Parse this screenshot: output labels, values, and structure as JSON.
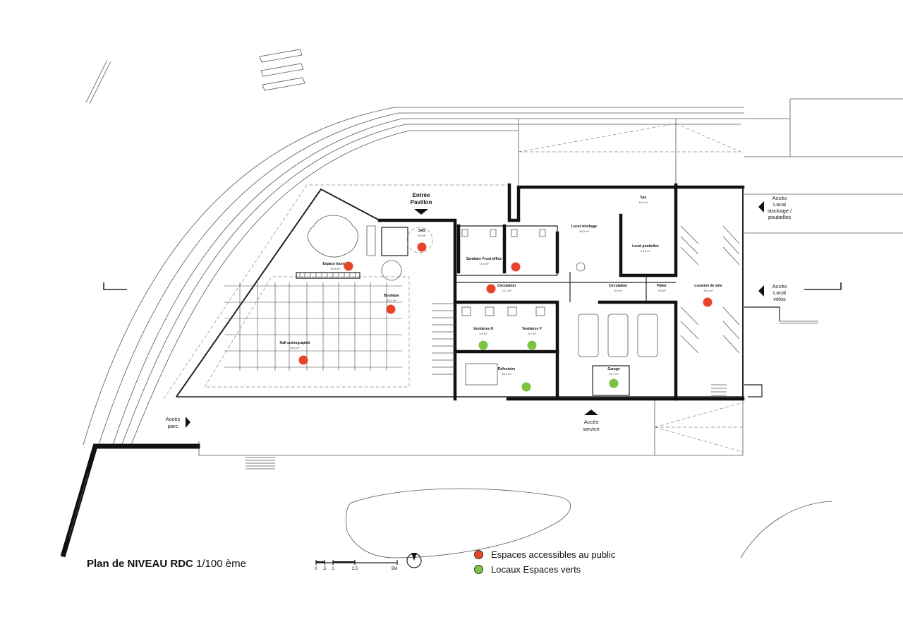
{
  "title": {
    "main": "Plan de NIVEAU RDC",
    "scale": "1/100 ème"
  },
  "legend": [
    {
      "label": "Espaces accessibles au public",
      "color": "#e8432b"
    },
    {
      "label": "Locaux Espaces verts",
      "color": "#7bc442"
    }
  ],
  "entrance": {
    "line1": "Entrée",
    "line2": "Pavillon"
  },
  "access": {
    "parc": [
      "Accès",
      "parc"
    ],
    "service": [
      "Accès",
      "service"
    ],
    "stockage": [
      "Accès",
      "Local",
      "stockage /",
      "poubelles"
    ],
    "velos": [
      "Accès",
      "Local",
      "vélos"
    ]
  },
  "rooms": [
    {
      "name": "Espace lounge",
      "area": "30.5 m²",
      "type": "public"
    },
    {
      "name": "Boutique",
      "area": "18.2 m²",
      "type": "public"
    },
    {
      "name": "Hall scénographié",
      "area": "95.1 m²",
      "type": "public"
    },
    {
      "name": "SAS",
      "area": "8.0 m²",
      "type": "public"
    },
    {
      "name": "Sanitaire Front-office",
      "area": "17.2 m²",
      "type": "public"
    },
    {
      "name": "Circulation",
      "area": "12.1 m²",
      "type": "public"
    },
    {
      "name": "Local stockage",
      "area": "36.0 m²",
      "type": "none"
    },
    {
      "name": "Local poubelles",
      "area": "13.8 m²",
      "type": "none"
    },
    {
      "name": "Sas",
      "area": "15.8 m²",
      "type": "none"
    },
    {
      "name": "Circulation",
      "area": "9.3 m²",
      "type": "none"
    },
    {
      "name": "Palier",
      "area": "3.5 m²",
      "type": "none"
    },
    {
      "name": "Location de vélo",
      "area": "49.4 m²",
      "type": "public"
    },
    {
      "name": "Vestiaires H",
      "area": "9.6 m²",
      "type": "green"
    },
    {
      "name": "Vestiaires F",
      "area": "8.7 m²",
      "type": "green"
    },
    {
      "name": "Réfectoire",
      "area": "18.2 m²",
      "type": "green"
    },
    {
      "name": "Garage",
      "area": "41.7 m²",
      "type": "green"
    }
  ],
  "scale_bar": {
    "ticks": [
      "0",
      ".5",
      "1",
      "2.5",
      "5M"
    ]
  },
  "icons": {
    "north": "north-arrow-icon"
  }
}
